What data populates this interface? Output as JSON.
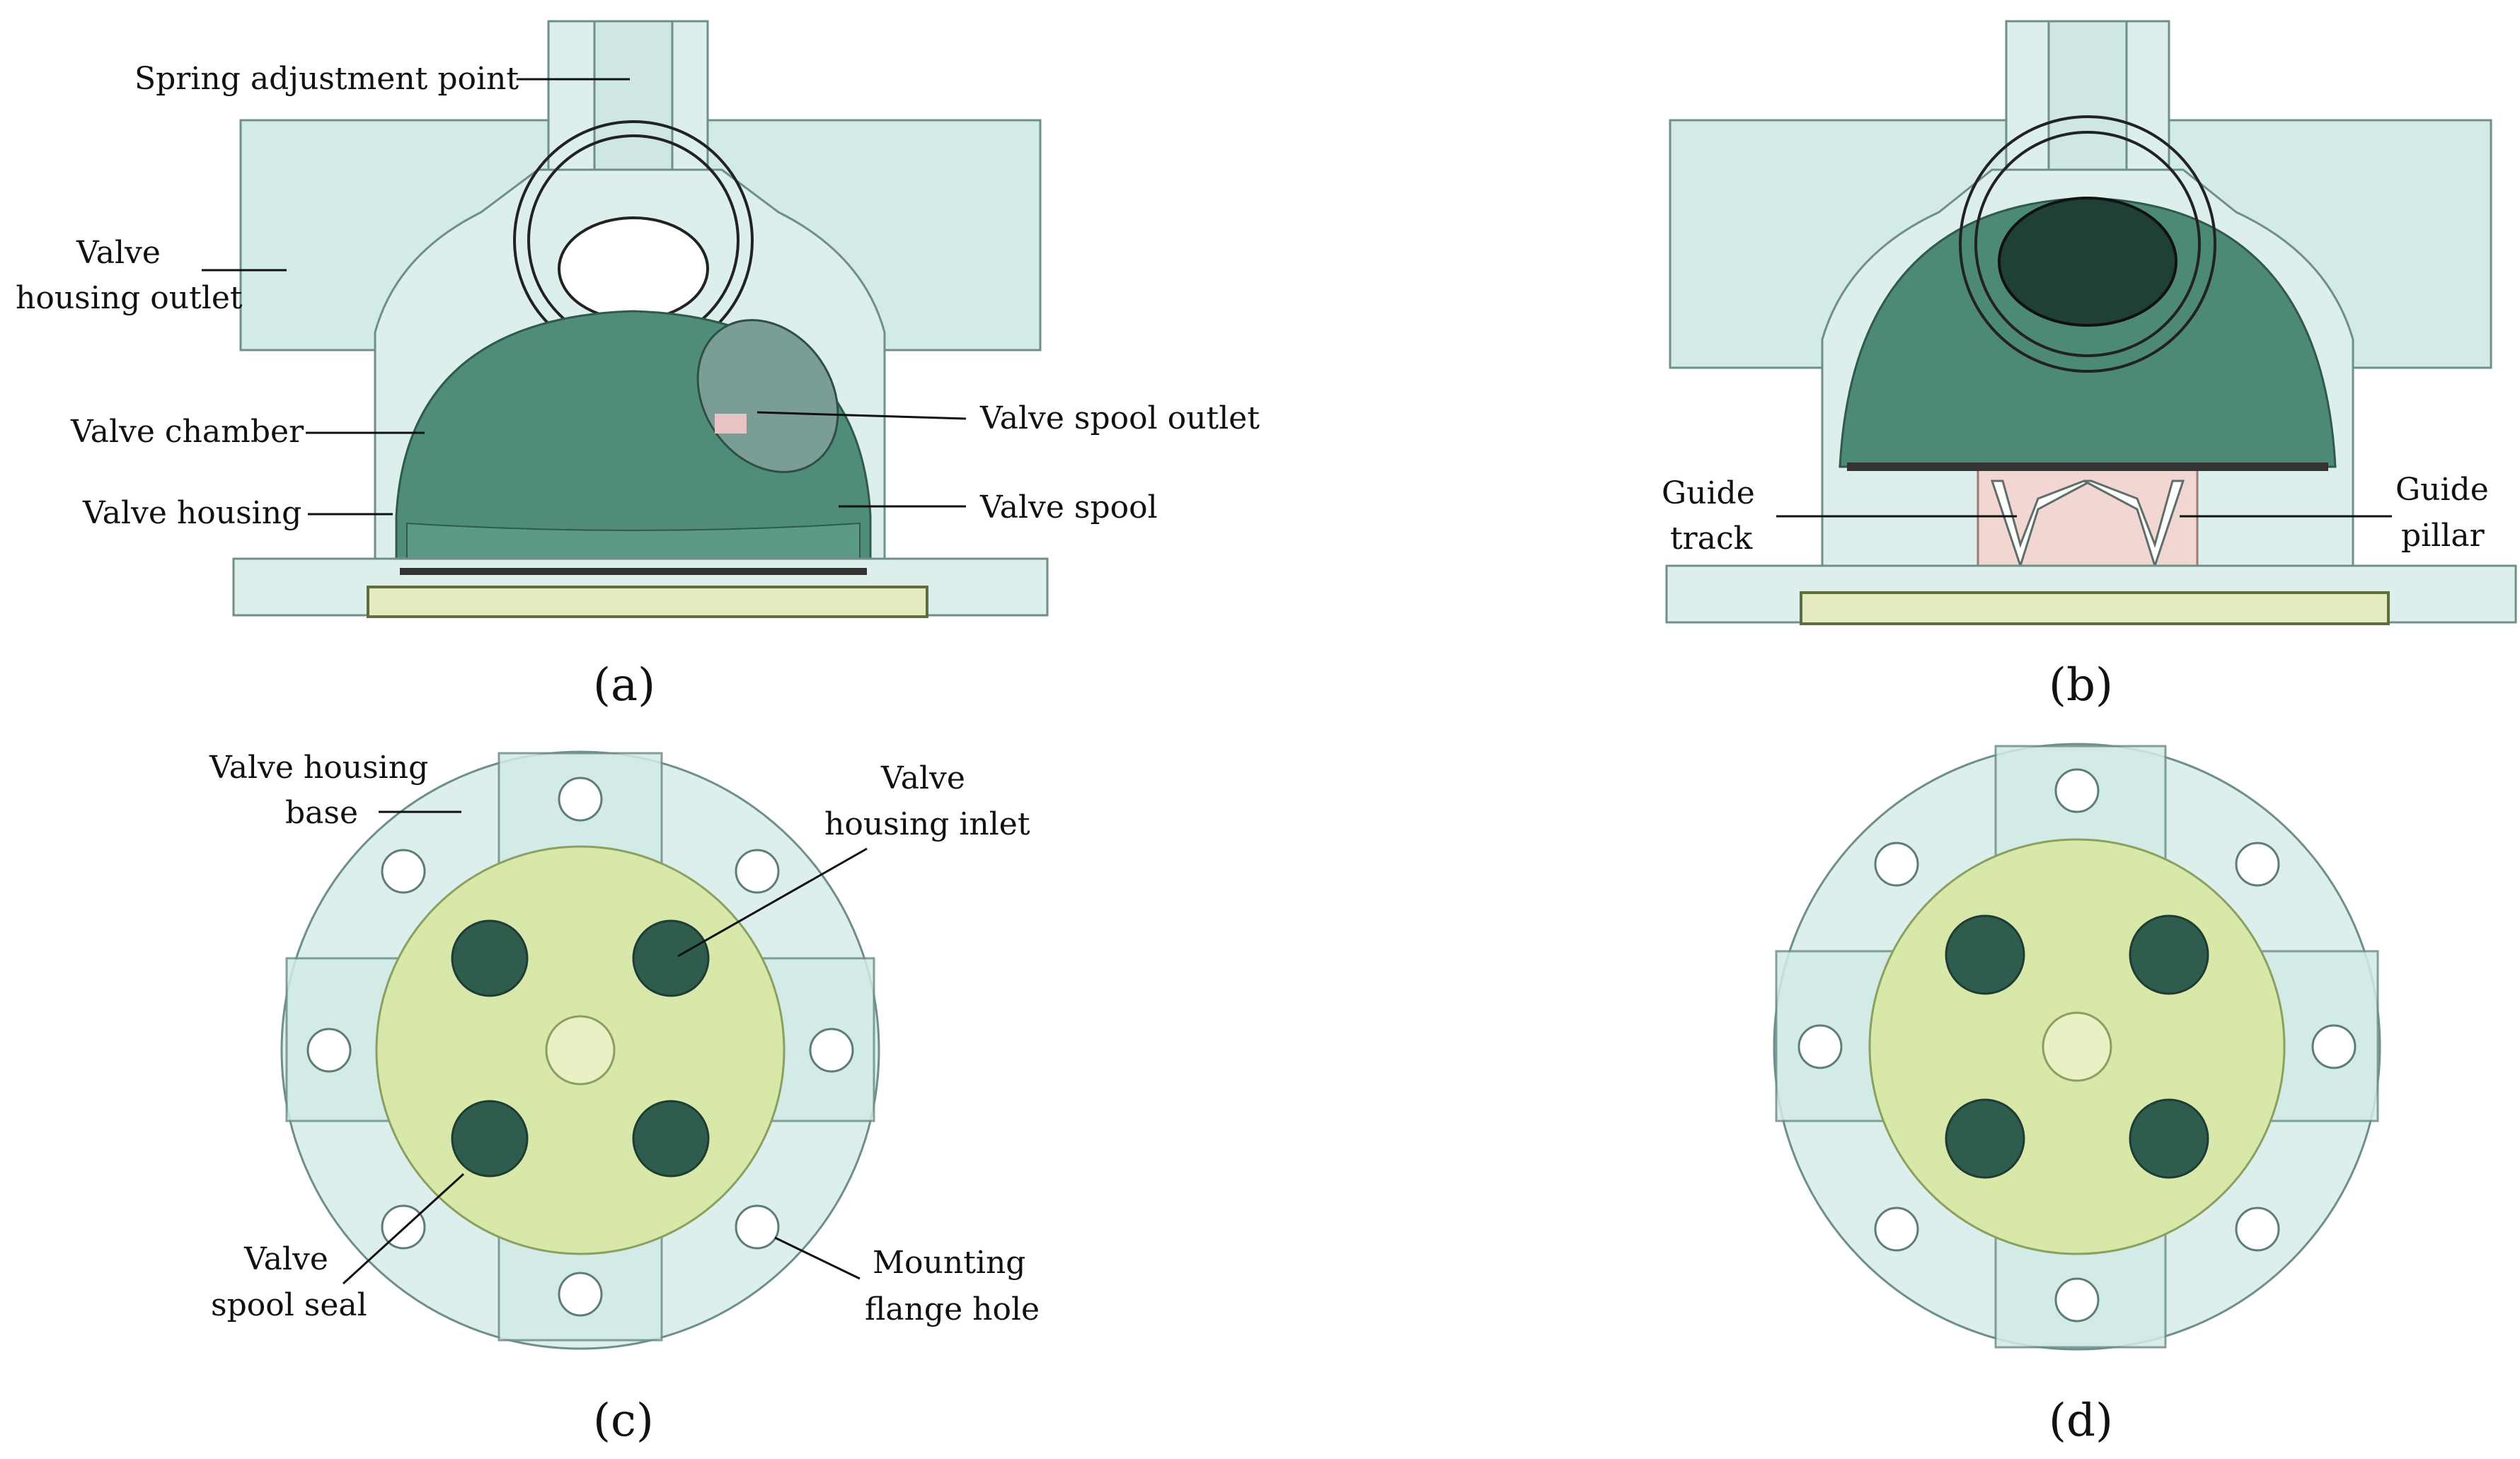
{
  "panels": {
    "a": {
      "caption": "(a)",
      "labels": {
        "spring_adjustment_point": "Spring adjustment point",
        "valve_housing_outlet_1": "Valve",
        "valve_housing_outlet_2": "housing outlet",
        "valve_chamber": "Valve chamber",
        "valve_housing": "Valve housing",
        "valve_spool_outlet": "Valve spool outlet",
        "valve_spool": "Valve spool"
      }
    },
    "b": {
      "caption": "(b)",
      "labels": {
        "guide_track_1": "Guide",
        "guide_track_2": "track",
        "guide_pillar_1": "Guide",
        "guide_pillar_2": "pillar"
      }
    },
    "c": {
      "caption": "(c)",
      "labels": {
        "valve_housing_base_1": "Valve housing",
        "valve_housing_base_2": "base",
        "valve_housing_inlet_1": "Valve",
        "valve_housing_inlet_2": "housing inlet",
        "valve_spool_seal_1": "Valve",
        "valve_spool_seal_2": "spool seal",
        "mounting_flange_hole_1": "Mounting",
        "mounting_flange_hole_2": "flange hole"
      }
    },
    "d": {
      "caption": "(d)"
    }
  },
  "colors": {
    "housing": "#dcefec",
    "seal": "#d8e8a9",
    "spool": "#4f8d78",
    "guide_pillar": "#f1d6d2"
  }
}
